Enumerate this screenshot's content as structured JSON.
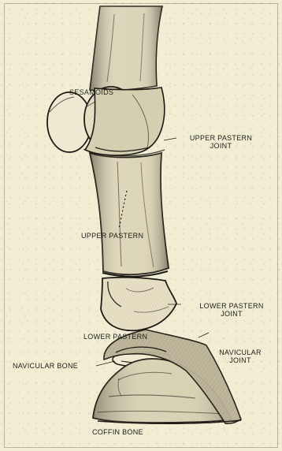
{
  "figure": {
    "labels": {
      "sesamoids": "SESAMOIDS",
      "upper_pastern_joint_line1": "UPPER PASTERN",
      "upper_pastern_joint_line2": "JOINT",
      "upper_pastern": "UPPER PASTERN",
      "lower_pastern_joint_line1": "LOWER PASTERN",
      "lower_pastern_joint_line2": "JOINT",
      "lower_pastern": "LOWER PASTERN",
      "navicular_joint_line1": "NAVICULAR",
      "navicular_joint_line2": "JOINT",
      "navicular_bone": "NAVICULAR BONE",
      "coffin_bone": "COFFIN BONE"
    }
  }
}
